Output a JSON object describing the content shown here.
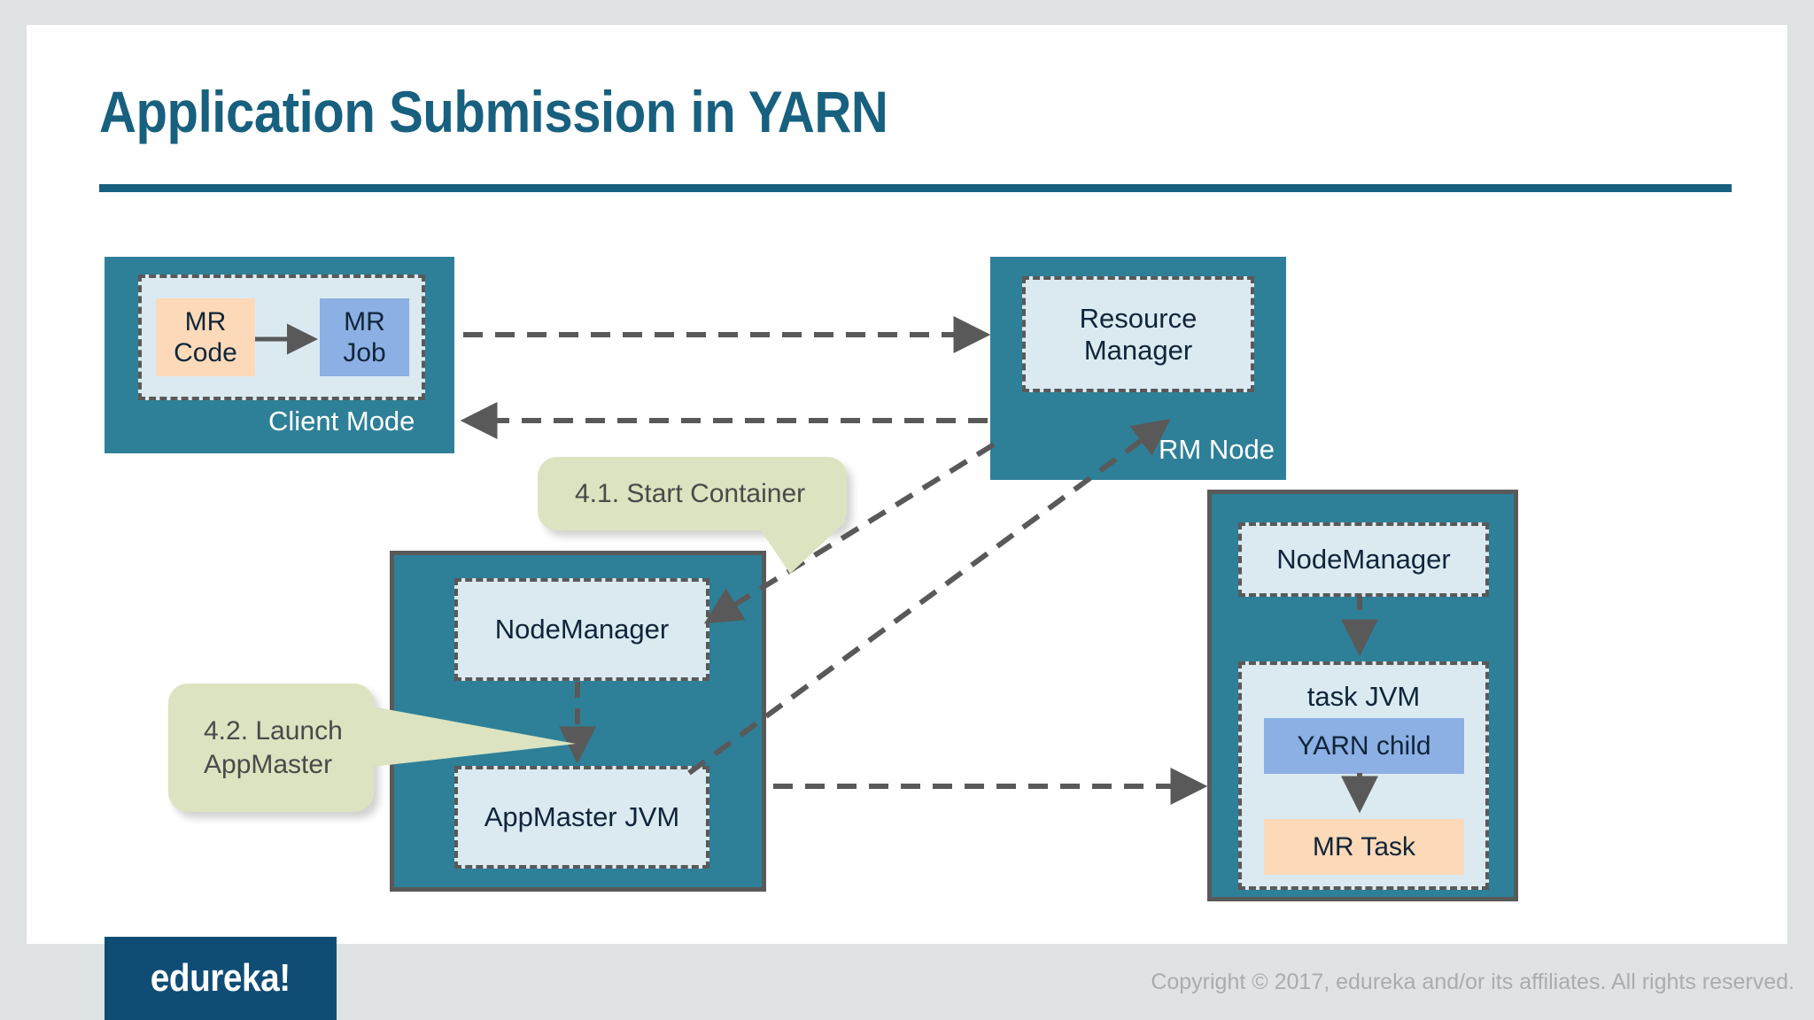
{
  "slide": {
    "title": "Application Submission in YARN",
    "accent_color": "#17607f",
    "node_color": "#2e8098",
    "panel_color": "#dbeaf1",
    "callout_color": "#dce3c0",
    "peach_color": "#fcd9b8",
    "blue_color": "#8cb0e3"
  },
  "nodes": {
    "client": {
      "label": "Client Mode",
      "panel_items": [
        {
          "id": "mr-code",
          "text": "MR\nCode"
        },
        {
          "id": "mr-job",
          "text": "MR\nJob"
        }
      ],
      "mr_code_line1": "MR",
      "mr_code_line2": "Code",
      "mr_job_line1": "MR",
      "mr_job_line2": "Job"
    },
    "rm": {
      "label": "RM Node",
      "panel_label": "Resource Manager"
    },
    "am_node": {
      "nodemanager_label": "NodeManager",
      "appmaster_label": "AppMaster JVM"
    },
    "task_node": {
      "nodemanager_label": "NodeManager",
      "taskjvm_label": "task JVM",
      "yarn_child_label": "YARN child",
      "mr_task_label": "MR Task"
    }
  },
  "callouts": [
    {
      "id": "start-container",
      "text": "4.1. Start Container"
    },
    {
      "id": "launch-appmaster",
      "line1": "4.2. Launch",
      "line2": "AppMaster"
    }
  ],
  "footer": {
    "logo_text": "edureka!",
    "copyright": "Copyright © 2017, edureka and/or its affiliates. All rights reserved."
  }
}
